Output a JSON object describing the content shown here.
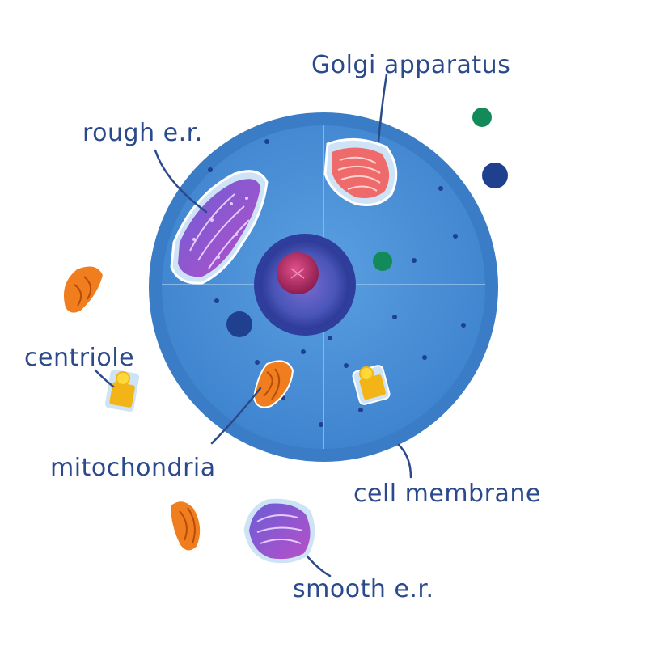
{
  "labels": {
    "golgi": "Golgi apparatus",
    "rough_er": "rough e.r.",
    "centriole": "centriole",
    "mitochondria": "mitochondria",
    "cell_membrane": "cell membrane",
    "smooth_er": "smooth e.r."
  },
  "colors": {
    "label_text": "#2b4a8c",
    "leader_line": "#2b4a8c",
    "cytoplasm": "#4a8fd6",
    "membrane_rim": "#3578c6",
    "nucleus": "#3a4fb0",
    "nucleolus": "#a3245c",
    "golgi": "#ef6b6b",
    "rough_er": "#8a4fc2",
    "smooth_er": "#8a4fc2",
    "mitochondria": "#f07d1e",
    "centriole": "#f2b417",
    "vesicle_green": "#138a5a",
    "vesicle_blue": "#1f3f8f"
  }
}
